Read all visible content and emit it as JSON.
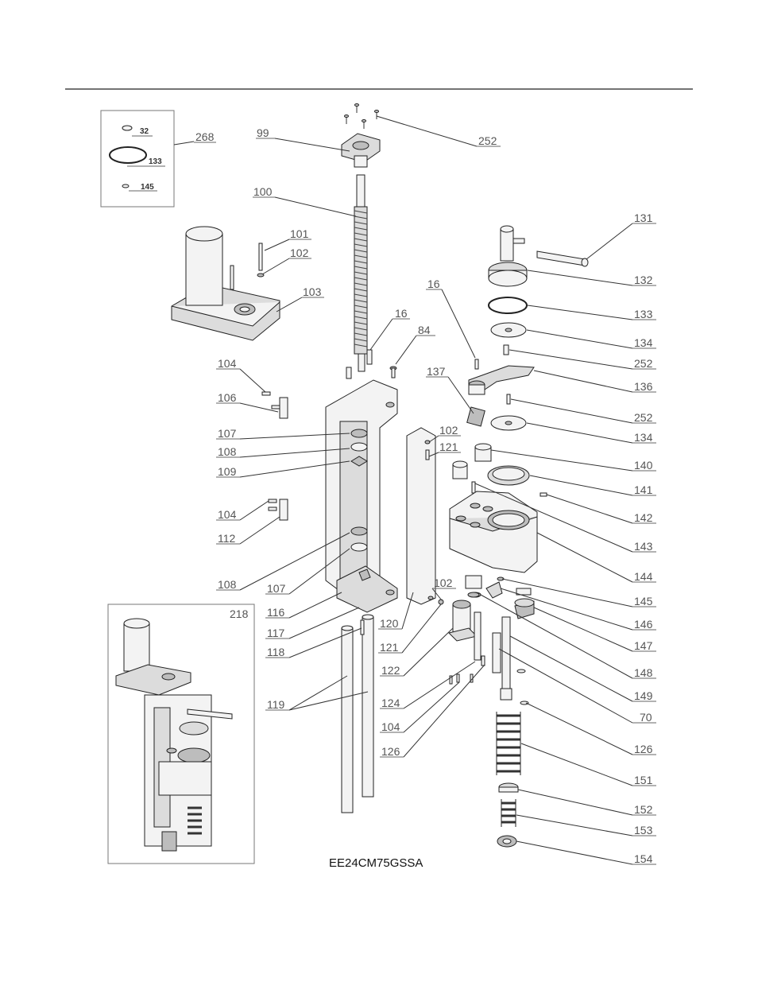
{
  "model": "EE24CM75GSSA",
  "kit_box": {
    "number": "268",
    "items": [
      "32",
      "133",
      "145"
    ]
  },
  "inset": {
    "number": "218"
  },
  "callouts": [
    {
      "id": "252-top",
      "text": "252"
    },
    {
      "id": "99",
      "text": "99"
    },
    {
      "id": "100",
      "text": "100"
    },
    {
      "id": "101",
      "text": "101"
    },
    {
      "id": "102-a",
      "text": "102"
    },
    {
      "id": "103",
      "text": "103"
    },
    {
      "id": "16-a",
      "text": "16"
    },
    {
      "id": "84",
      "text": "84"
    },
    {
      "id": "104-a",
      "text": "104"
    },
    {
      "id": "106",
      "text": "106"
    },
    {
      "id": "107-a",
      "text": "107"
    },
    {
      "id": "108-a",
      "text": "108"
    },
    {
      "id": "109",
      "text": "109"
    },
    {
      "id": "104-b",
      "text": "104"
    },
    {
      "id": "112",
      "text": "112"
    },
    {
      "id": "108-b",
      "text": "108"
    },
    {
      "id": "107-b",
      "text": "107"
    },
    {
      "id": "116",
      "text": "116"
    },
    {
      "id": "117",
      "text": "117"
    },
    {
      "id": "118",
      "text": "118"
    },
    {
      "id": "119",
      "text": "119"
    },
    {
      "id": "120",
      "text": "120"
    },
    {
      "id": "121-a",
      "text": "121"
    },
    {
      "id": "102-b",
      "text": "102"
    },
    {
      "id": "102-c",
      "text": "102"
    },
    {
      "id": "121-b",
      "text": "121"
    },
    {
      "id": "122",
      "text": "122"
    },
    {
      "id": "124",
      "text": "124"
    },
    {
      "id": "104-c",
      "text": "104"
    },
    {
      "id": "126-a",
      "text": "126"
    },
    {
      "id": "16-b",
      "text": "16"
    },
    {
      "id": "137",
      "text": "137"
    },
    {
      "id": "131",
      "text": "131"
    },
    {
      "id": "132",
      "text": "132"
    },
    {
      "id": "133",
      "text": "133"
    },
    {
      "id": "134-a",
      "text": "134"
    },
    {
      "id": "252-a",
      "text": "252"
    },
    {
      "id": "136",
      "text": "136"
    },
    {
      "id": "252-b",
      "text": "252"
    },
    {
      "id": "134-b",
      "text": "134"
    },
    {
      "id": "140",
      "text": "140"
    },
    {
      "id": "141",
      "text": "141"
    },
    {
      "id": "142",
      "text": "142"
    },
    {
      "id": "143",
      "text": "143"
    },
    {
      "id": "144",
      "text": "144"
    },
    {
      "id": "145",
      "text": "145"
    },
    {
      "id": "146",
      "text": "146"
    },
    {
      "id": "147",
      "text": "147"
    },
    {
      "id": "148",
      "text": "148"
    },
    {
      "id": "149",
      "text": "149"
    },
    {
      "id": "70",
      "text": "70"
    },
    {
      "id": "126-b",
      "text": "126"
    },
    {
      "id": "151",
      "text": "151"
    },
    {
      "id": "152",
      "text": "152"
    },
    {
      "id": "153",
      "text": "153"
    },
    {
      "id": "154",
      "text": "154"
    }
  ]
}
